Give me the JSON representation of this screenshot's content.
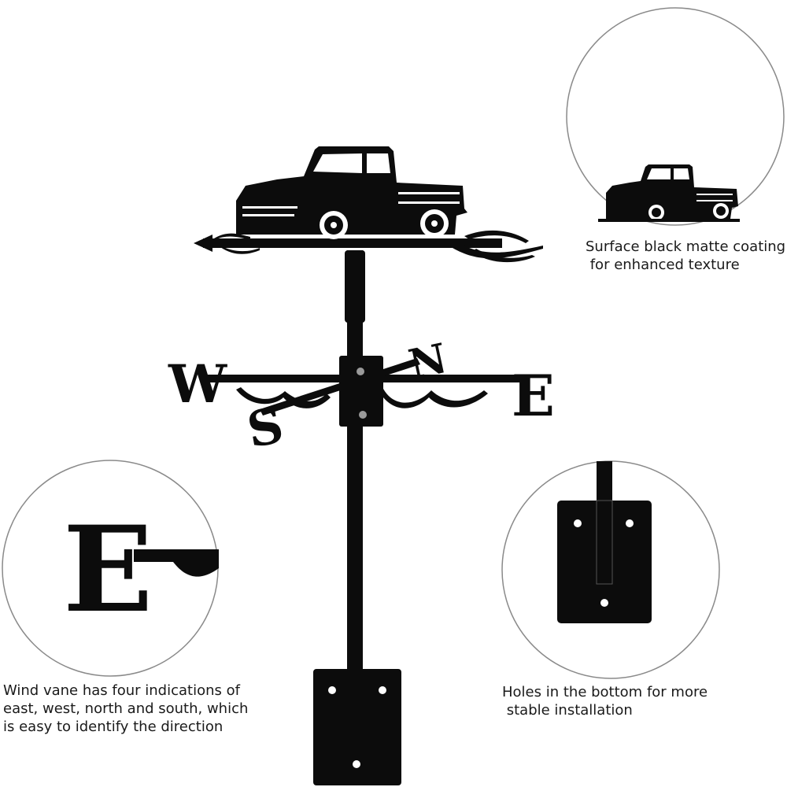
{
  "palette": {
    "metal": "#0c0c0c",
    "circle_border": "#8a8a8a",
    "background": "#ffffff"
  },
  "product": {
    "compass_letters": {
      "west": "W",
      "east": "E",
      "north": "N",
      "south": "S"
    }
  },
  "detail_top_right": {
    "lines": [
      "Surface black matte coating",
      " for enhanced texture"
    ]
  },
  "detail_bottom_left": {
    "detail_letter": "E",
    "lines": [
      "Wind vane has four indications of",
      "east, west, north and south, which",
      "is easy to identify the direction"
    ]
  },
  "detail_bottom_right": {
    "lines": [
      "Holes in the bottom for more",
      " stable installation"
    ]
  }
}
